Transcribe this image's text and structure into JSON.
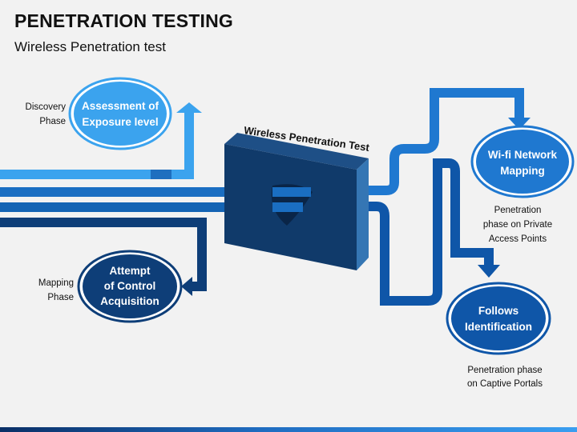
{
  "header": {
    "title": "PENETRATION TESTING",
    "subtitle": "Wireless Penetration test"
  },
  "center": {
    "label": "Wireless Penetration Test"
  },
  "nodes": {
    "assessment": {
      "line1": "Assessment of",
      "line2": "Exposure level"
    },
    "attempt": {
      "line1": "Attempt",
      "line2": "of Control",
      "line3": "Acquisition"
    },
    "wifi": {
      "line1": "Wi-fi Network",
      "line2": "Mapping"
    },
    "follows": {
      "line1": "Follows",
      "line2": "Identification"
    }
  },
  "side_labels": {
    "discovery": {
      "line1": "Discovery",
      "line2": "Phase"
    },
    "mapping": {
      "line1": "Mapping",
      "line2": "Phase"
    },
    "private": {
      "line1": "Penetration",
      "line2": "phase on Private",
      "line3": "Access Points"
    },
    "captive": {
      "line1": "Penetration phase",
      "line2": "on Captive Portals"
    }
  },
  "colors": {
    "light_blue": "#3ba3ee",
    "mid_blue": "#1a6ec2",
    "blue": "#1464b4",
    "navy": "#0e3e78",
    "box_front": "#103a6a",
    "box_top": "#1e4f86",
    "box_side": "#3576b4",
    "background": "#f2f2f2"
  }
}
